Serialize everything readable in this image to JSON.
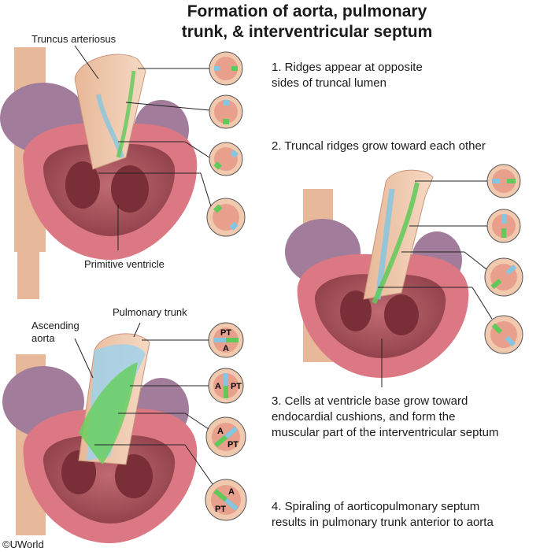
{
  "title_line1": "Formation of aorta, pulmonary",
  "title_line2": "trunk, & interventricular septum",
  "labels": {
    "truncus": "Truncus arteriosus",
    "primitive_ventricle": "Primitive ventricle",
    "pulmonary_trunk": "Pulmonary trunk",
    "ascending_aorta_1": "Ascending",
    "ascending_aorta_2": "aorta"
  },
  "steps": [
    {
      "l1": "1. Ridges appear at opposite",
      "l2": "sides of truncal lumen",
      "l3": ""
    },
    {
      "l1": "2. Truncal ridges grow toward each other",
      "l2": "",
      "l3": ""
    },
    {
      "l1": "3. Cells at ventricle base grow toward",
      "l2": "endocardial cushions, and form the",
      "l3": "muscular part of the interventricular septum"
    },
    {
      "l1": "4. Spiraling of aorticopulmonary septum",
      "l2": "results in pulmonary trunk anterior to aorta",
      "l3": ""
    }
  ],
  "cross_section_letters": {
    "pt": "PT",
    "a": "A"
  },
  "copyright": "©UWorld",
  "colors": {
    "myocardium": "#dc7883",
    "lumen": "#aa5a63",
    "vessel": "#f0c9ae",
    "ridge_green": "#5fc95a",
    "ridge_blue": "#86c5e1",
    "lobe": "#a27c9b"
  }
}
